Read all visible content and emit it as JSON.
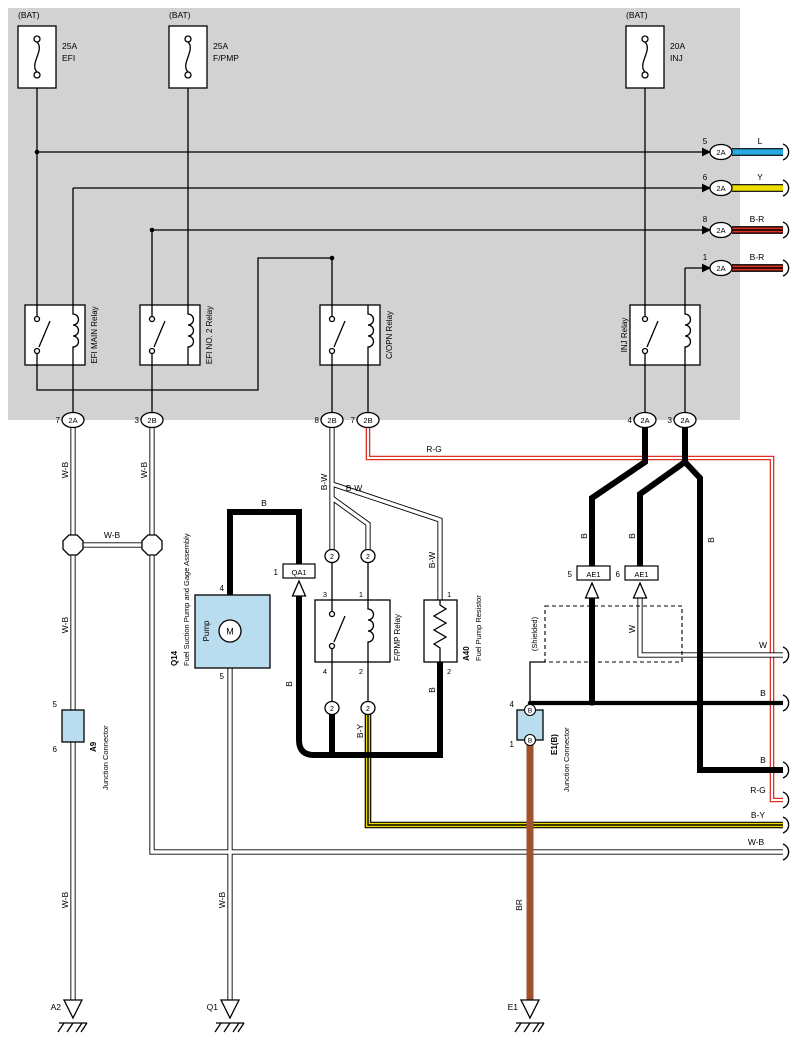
{
  "fuses": [
    {
      "bat": "(BAT)",
      "amp": "25A",
      "name": "EFI"
    },
    {
      "bat": "(BAT)",
      "amp": "25A",
      "name": "F/PMP"
    },
    {
      "bat": "(BAT)",
      "amp": "20A",
      "name": "INJ"
    }
  ],
  "relays": {
    "efi_main": "EFI MAIN Relay",
    "efi_no2": "EFI NO. 2 Relay",
    "copn": "C/OPN Relay",
    "inj": "INJ Relay",
    "fpmp": "F/PMP Relay"
  },
  "top_connectors": [
    {
      "pin": "5",
      "id": "2A",
      "wire": "L"
    },
    {
      "pin": "6",
      "id": "2A",
      "wire": "Y"
    },
    {
      "pin": "8",
      "id": "2A",
      "wire": "B-R"
    },
    {
      "pin": "1",
      "id": "2A",
      "wire": "B-R"
    }
  ],
  "bottom_connectors": [
    {
      "pin": "7",
      "id": "2A"
    },
    {
      "pin": "3",
      "id": "2B"
    },
    {
      "pin": "8",
      "id": "2B"
    },
    {
      "pin": "7",
      "id": "2B"
    },
    {
      "pin": "4",
      "id": "2A"
    },
    {
      "pin": "3",
      "id": "2A"
    }
  ],
  "wires": {
    "wb": "W-B",
    "b": "B",
    "bw": "B-W",
    "rg": "R-G",
    "by": "B-Y",
    "br": "BR",
    "w": "W"
  },
  "components": {
    "q14": {
      "id": "Q14",
      "desc": "Fuel Suction Pump and Gage Assembly",
      "pump": "Pump",
      "motor": "M",
      "pin_top": "4",
      "pin_bottom": "5"
    },
    "fpmp_pins": {
      "p3": "3",
      "p1": "1",
      "p4": "4",
      "p2": "2"
    },
    "pin_circle": "2",
    "a40": {
      "id": "A40",
      "desc": "Fuel Pump Resistor",
      "pin_top": "1",
      "pin_bottom": "2"
    },
    "a9": {
      "id": "A9",
      "desc": "Junction Connector",
      "pin_top": "5",
      "pin_bottom": "6"
    },
    "e1b": {
      "id": "E1(B)",
      "desc": "Junction Connector",
      "pin_top": "4",
      "pin_bottom": "1",
      "bus": "B"
    },
    "qa1": {
      "pin": "1",
      "id": "QA1"
    },
    "ae1_5": {
      "pin": "5",
      "id": "AE1"
    },
    "ae1_6": {
      "pin": "6",
      "id": "AE1"
    },
    "shielded": "(Shielded)"
  },
  "grounds": [
    {
      "id": "A2"
    },
    {
      "id": "Q1"
    },
    {
      "id": "E1"
    }
  ],
  "colors": {
    "background_gray": "#d2d2d2",
    "component_blue": "#b9ddee",
    "wire_blue": "#29abe2",
    "wire_yellow": "#eede00",
    "wire_red": "#df3226",
    "wire_brown": "#a2512e"
  }
}
